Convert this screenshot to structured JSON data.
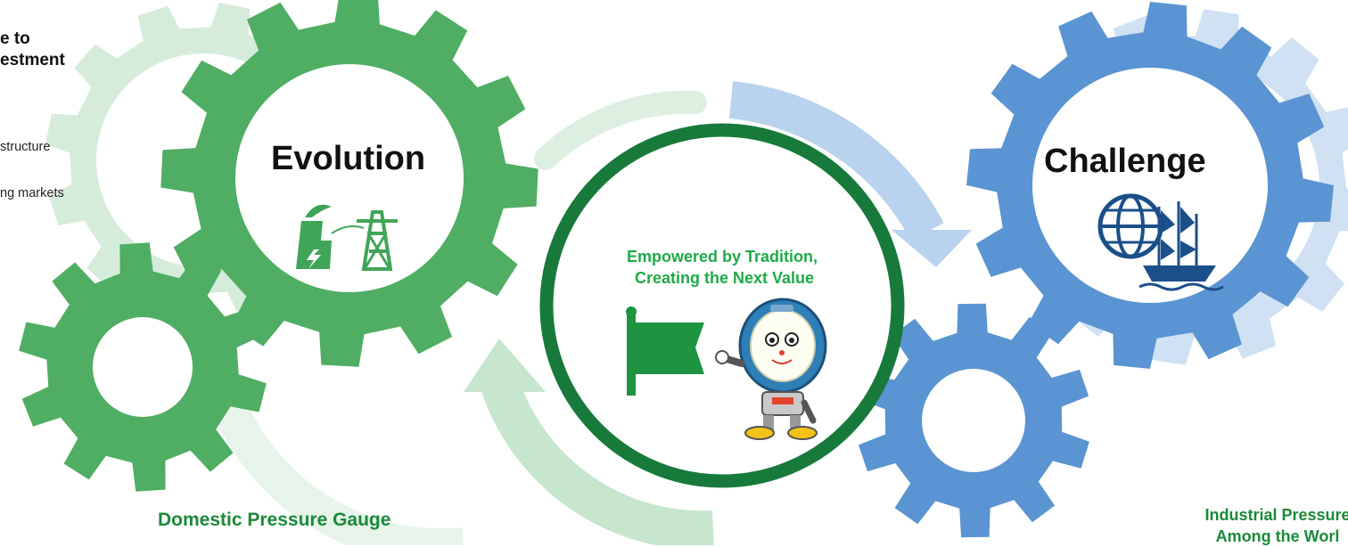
{
  "left_panel": {
    "heading": "e to\nestment",
    "items": [
      "structure",
      "ng markets"
    ]
  },
  "gears": {
    "evolution": {
      "title": "Evolution",
      "icon": "power-plant-icon",
      "color": "#4fae63"
    },
    "challenge": {
      "title": "Challenge",
      "icon": "globe-ship-icon",
      "color": "#5a94d2"
    }
  },
  "center": {
    "tagline": "Empowered by Tradition,\n Creating the Next Value",
    "ring_color": "#177a3a",
    "icons": [
      "flag-icon",
      "gauge-mascot-icon"
    ]
  },
  "bottom": {
    "left_label": "Domestic Pressure Gauge",
    "right_label": "Industrial Pressure\nAmong the Worl"
  },
  "colors": {
    "green": "#4fae63",
    "light_green": "#a5d7b0",
    "blue": "#5a94d2",
    "light_blue": "#a9c9ea",
    "text_green": "#1faa48"
  }
}
